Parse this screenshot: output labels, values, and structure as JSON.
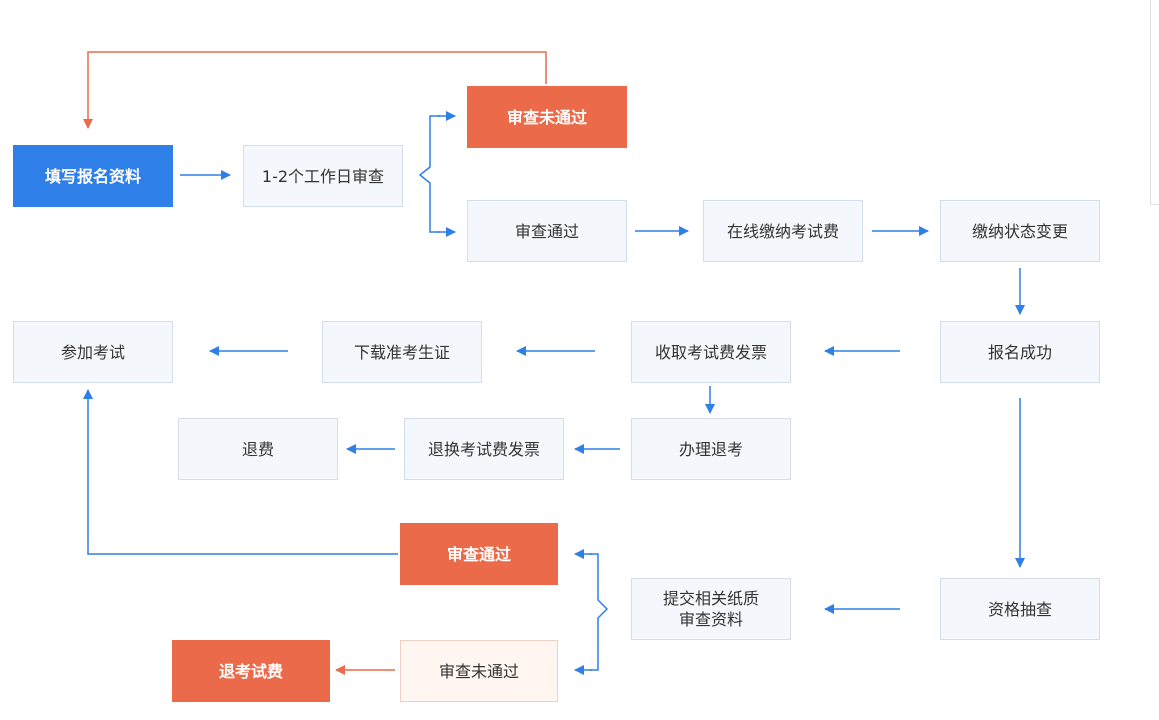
{
  "colors": {
    "blue": "#2f7fe8",
    "red": "#ea6a4a",
    "box_fill": "#f4f8fc",
    "box_border": "#d3deea"
  },
  "nodes": {
    "fill_info": "填写报名资料",
    "review_days": "1-2个工作日审查",
    "review_failed": "审查未通过",
    "review_passed": "审查通过",
    "pay_online": "在线缴纳考试费",
    "payment_status": "缴纳状态变更",
    "register_success": "报名成功",
    "get_invoice": "收取考试费发票",
    "download_ticket": "下载准考生证",
    "attend_exam": "参加考试",
    "withdraw_exam": "办理退考",
    "exchange_invoice": "退换考试费发票",
    "refund": "退费",
    "qualification_check": "资格抽查",
    "submit_docs": "提交相关纸质\n审查资料",
    "paper_review_passed": "审查通过",
    "paper_review_failed": "审查未通过",
    "refund_exam_fee": "退考试费"
  }
}
